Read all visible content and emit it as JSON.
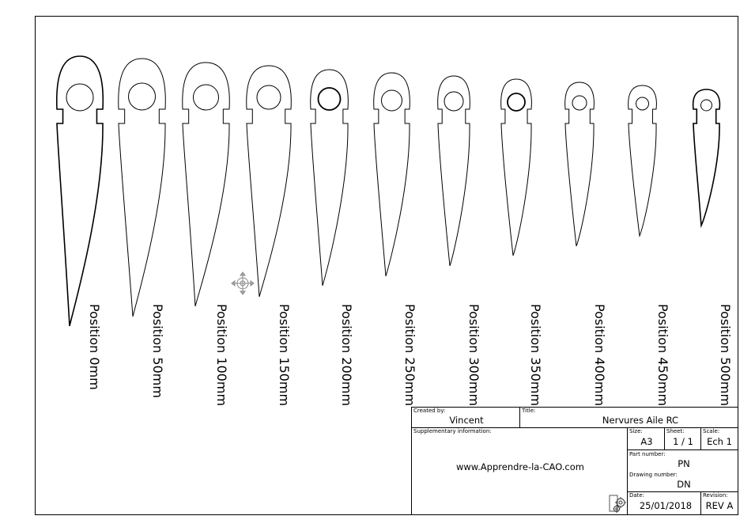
{
  "ribs": [
    {
      "label": "Position 0mm"
    },
    {
      "label": "Position 50mm"
    },
    {
      "label": "Position 100mm"
    },
    {
      "label": "Position 150mm"
    },
    {
      "label": "Position 200mm"
    },
    {
      "label": "Position 250mm"
    },
    {
      "label": "Position 300mm"
    },
    {
      "label": "Position 350mm"
    },
    {
      "label": "Position 400mm"
    },
    {
      "label": "Position 450mm"
    },
    {
      "label": "Position 500mm"
    }
  ],
  "title_block": {
    "created_by_label": "Created by:",
    "created_by": "Vincent",
    "title_label": "Title:",
    "title": "Nervures Aile RC",
    "supplementary_label": "Supplementary information:",
    "supplementary": "www.Apprendre-la-CAO.com",
    "size_label": "Size:",
    "size": "A3",
    "sheet_label": "Sheet:",
    "sheet": "1 / 1",
    "scale_label": "Scale:",
    "scale": "Ech 1",
    "part_number_label": "Part number:",
    "part_number": "PN",
    "drawing_number_label": "Drawing number:",
    "drawing_number": "DN",
    "date_label": "Date:",
    "date": "25/01/2018",
    "revision_label": "Revision:",
    "revision": "REV A"
  }
}
